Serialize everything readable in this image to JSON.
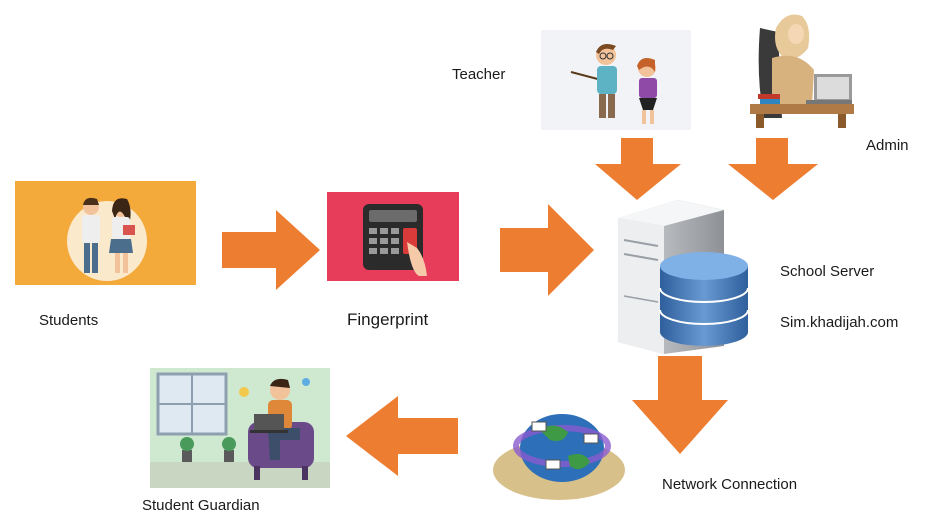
{
  "labels": {
    "teacher": "Teacher",
    "admin": "Admin",
    "students": "Students",
    "fingerprint": "Fingerprint",
    "school_server": "School Server",
    "server_url": "Sim.khadijah.com",
    "network_connection": "Network Connection",
    "student_guardian": "Student Guardian"
  },
  "colors": {
    "arrow": "#ed7d31",
    "students_bg": "#f4a93b",
    "fingerprint_bg": "#e73d5a",
    "guardian_bg": "#cfe9d0",
    "server_blue": "#4f7fb8"
  },
  "icons": [
    "teacher-illustration",
    "admin-illustration",
    "students-illustration",
    "fingerprint-scanner-illustration",
    "server-database-illustration",
    "globe-network-illustration",
    "guardian-illustration"
  ]
}
